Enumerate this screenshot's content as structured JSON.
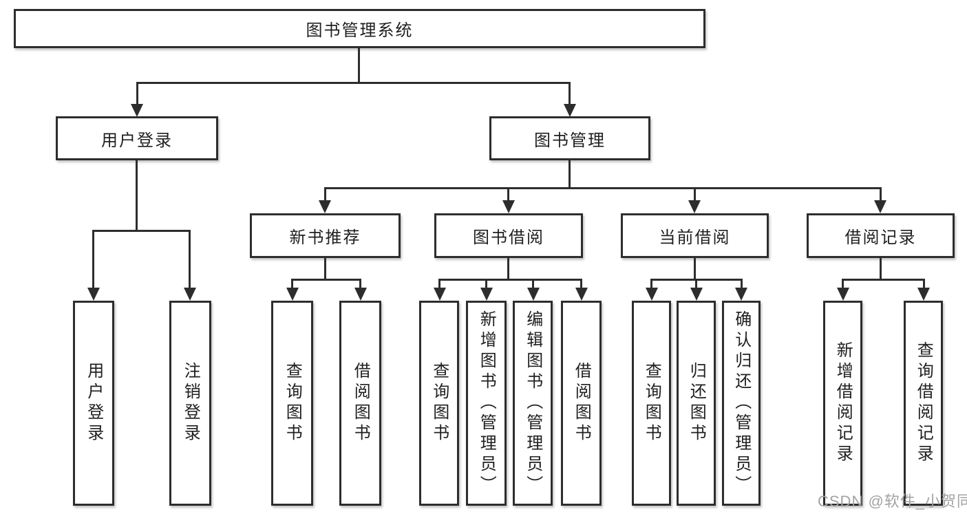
{
  "diagram": {
    "title": "图书管理系统",
    "level2": [
      {
        "label": "用户登录",
        "parent": "图书管理系统"
      },
      {
        "label": "图书管理",
        "parent": "图书管理系统"
      }
    ],
    "level3": [
      {
        "label": "新书推荐",
        "parent": "图书管理"
      },
      {
        "label": "图书借阅",
        "parent": "图书管理"
      },
      {
        "label": "当前借阅",
        "parent": "图书管理"
      },
      {
        "label": "借阅记录",
        "parent": "图书管理"
      }
    ],
    "leaves": [
      {
        "label": "用户登录",
        "parent": "用户登录"
      },
      {
        "label": "注销登录",
        "parent": "用户登录"
      },
      {
        "label": "查询图书",
        "parent": "新书推荐"
      },
      {
        "label": "借阅图书",
        "parent": "新书推荐"
      },
      {
        "label": "查询图书",
        "parent": "图书借阅"
      },
      {
        "label": "新增图书（管理员）",
        "parent": "图书借阅"
      },
      {
        "label": "编辑图书（管理员）",
        "parent": "图书借阅"
      },
      {
        "label": "借阅图书",
        "parent": "图书借阅"
      },
      {
        "label": "查询图书",
        "parent": "当前借阅"
      },
      {
        "label": "归还图书",
        "parent": "当前借阅"
      },
      {
        "label": "确认归还（管理员）",
        "parent": "当前借阅"
      },
      {
        "label": "新增借阅记录",
        "parent": "借阅记录"
      },
      {
        "label": "查询借阅记录",
        "parent": "借阅记录"
      }
    ]
  },
  "watermark": {
    "text": "CSDN @软件_小贺同学",
    "color": "#a3a3a3"
  },
  "colors": {
    "line": "#2d2d2d",
    "text": "#1f1f1f",
    "background": "#ffffff"
  }
}
